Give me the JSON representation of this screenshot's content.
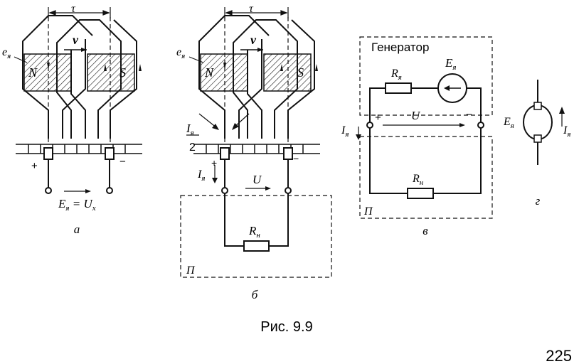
{
  "diagrams": {
    "a": {
      "label": "а",
      "tau": "τ",
      "velocity": "v",
      "emf": "e",
      "emf_sub": "я",
      "pole_n": "N",
      "pole_s": "S",
      "plus": "+",
      "minus": "−",
      "eq_e": "E",
      "eq_e_sub": "я",
      "eq_eq": " = ",
      "eq_u": "U",
      "eq_u_sub": "x"
    },
    "b": {
      "label": "б",
      "tau": "τ",
      "velocity": "v",
      "emf": "e",
      "emf_sub": "я",
      "pole_n": "N",
      "pole_s": "S",
      "half_current": "I",
      "half_current_sub": "я",
      "half_den": "2",
      "current": "I",
      "current_sub": "я",
      "voltage": "U",
      "load": "R",
      "load_sub": "н",
      "box": "П",
      "plus": "+",
      "minus": "−"
    },
    "v": {
      "label": "в",
      "title": "Генератор",
      "resistor": "R",
      "resistor_sub": "я",
      "source": "E",
      "source_sub": "я",
      "current": "I",
      "current_sub": "я",
      "voltage": "U",
      "load": "R",
      "load_sub": "н",
      "box": "П",
      "plus": "+",
      "minus": "−"
    },
    "g": {
      "label": "г",
      "source": "E",
      "source_sub": "я",
      "current": "I",
      "current_sub": "я"
    }
  },
  "caption": "Рис. 9.9",
  "page_number": "225"
}
